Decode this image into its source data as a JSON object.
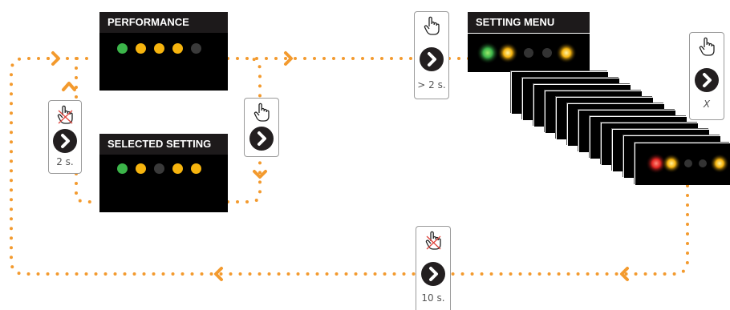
{
  "panels": {
    "performance": {
      "title": "PERFORMANCE",
      "dots": [
        "green",
        "yellow",
        "yellow",
        "yellow",
        "grey"
      ]
    },
    "selected": {
      "title": "SELECTED SETTING",
      "dots": [
        "green",
        "yellow",
        "grey",
        "yellow",
        "yellow"
      ]
    },
    "setting_menu": {
      "title": "SETTING MENU"
    }
  },
  "cards": {
    "hold_2s_back": {
      "label": "2 s.",
      "icon": "hand-crossed-icon"
    },
    "press_select": {
      "label": "",
      "icon": "hand-icon"
    },
    "hold_more_2s": {
      "label": "> 2 s.",
      "icon": "hand-icon"
    },
    "press_x_times": {
      "label": "X",
      "icon": "hand-icon"
    },
    "idle_10s": {
      "label": "10 s.",
      "icon": "hand-crossed-icon"
    }
  },
  "colors": {
    "flow": "#f39a2e",
    "green": "#3cb54a",
    "yellow": "#f6b40e",
    "red": "#e42622"
  }
}
